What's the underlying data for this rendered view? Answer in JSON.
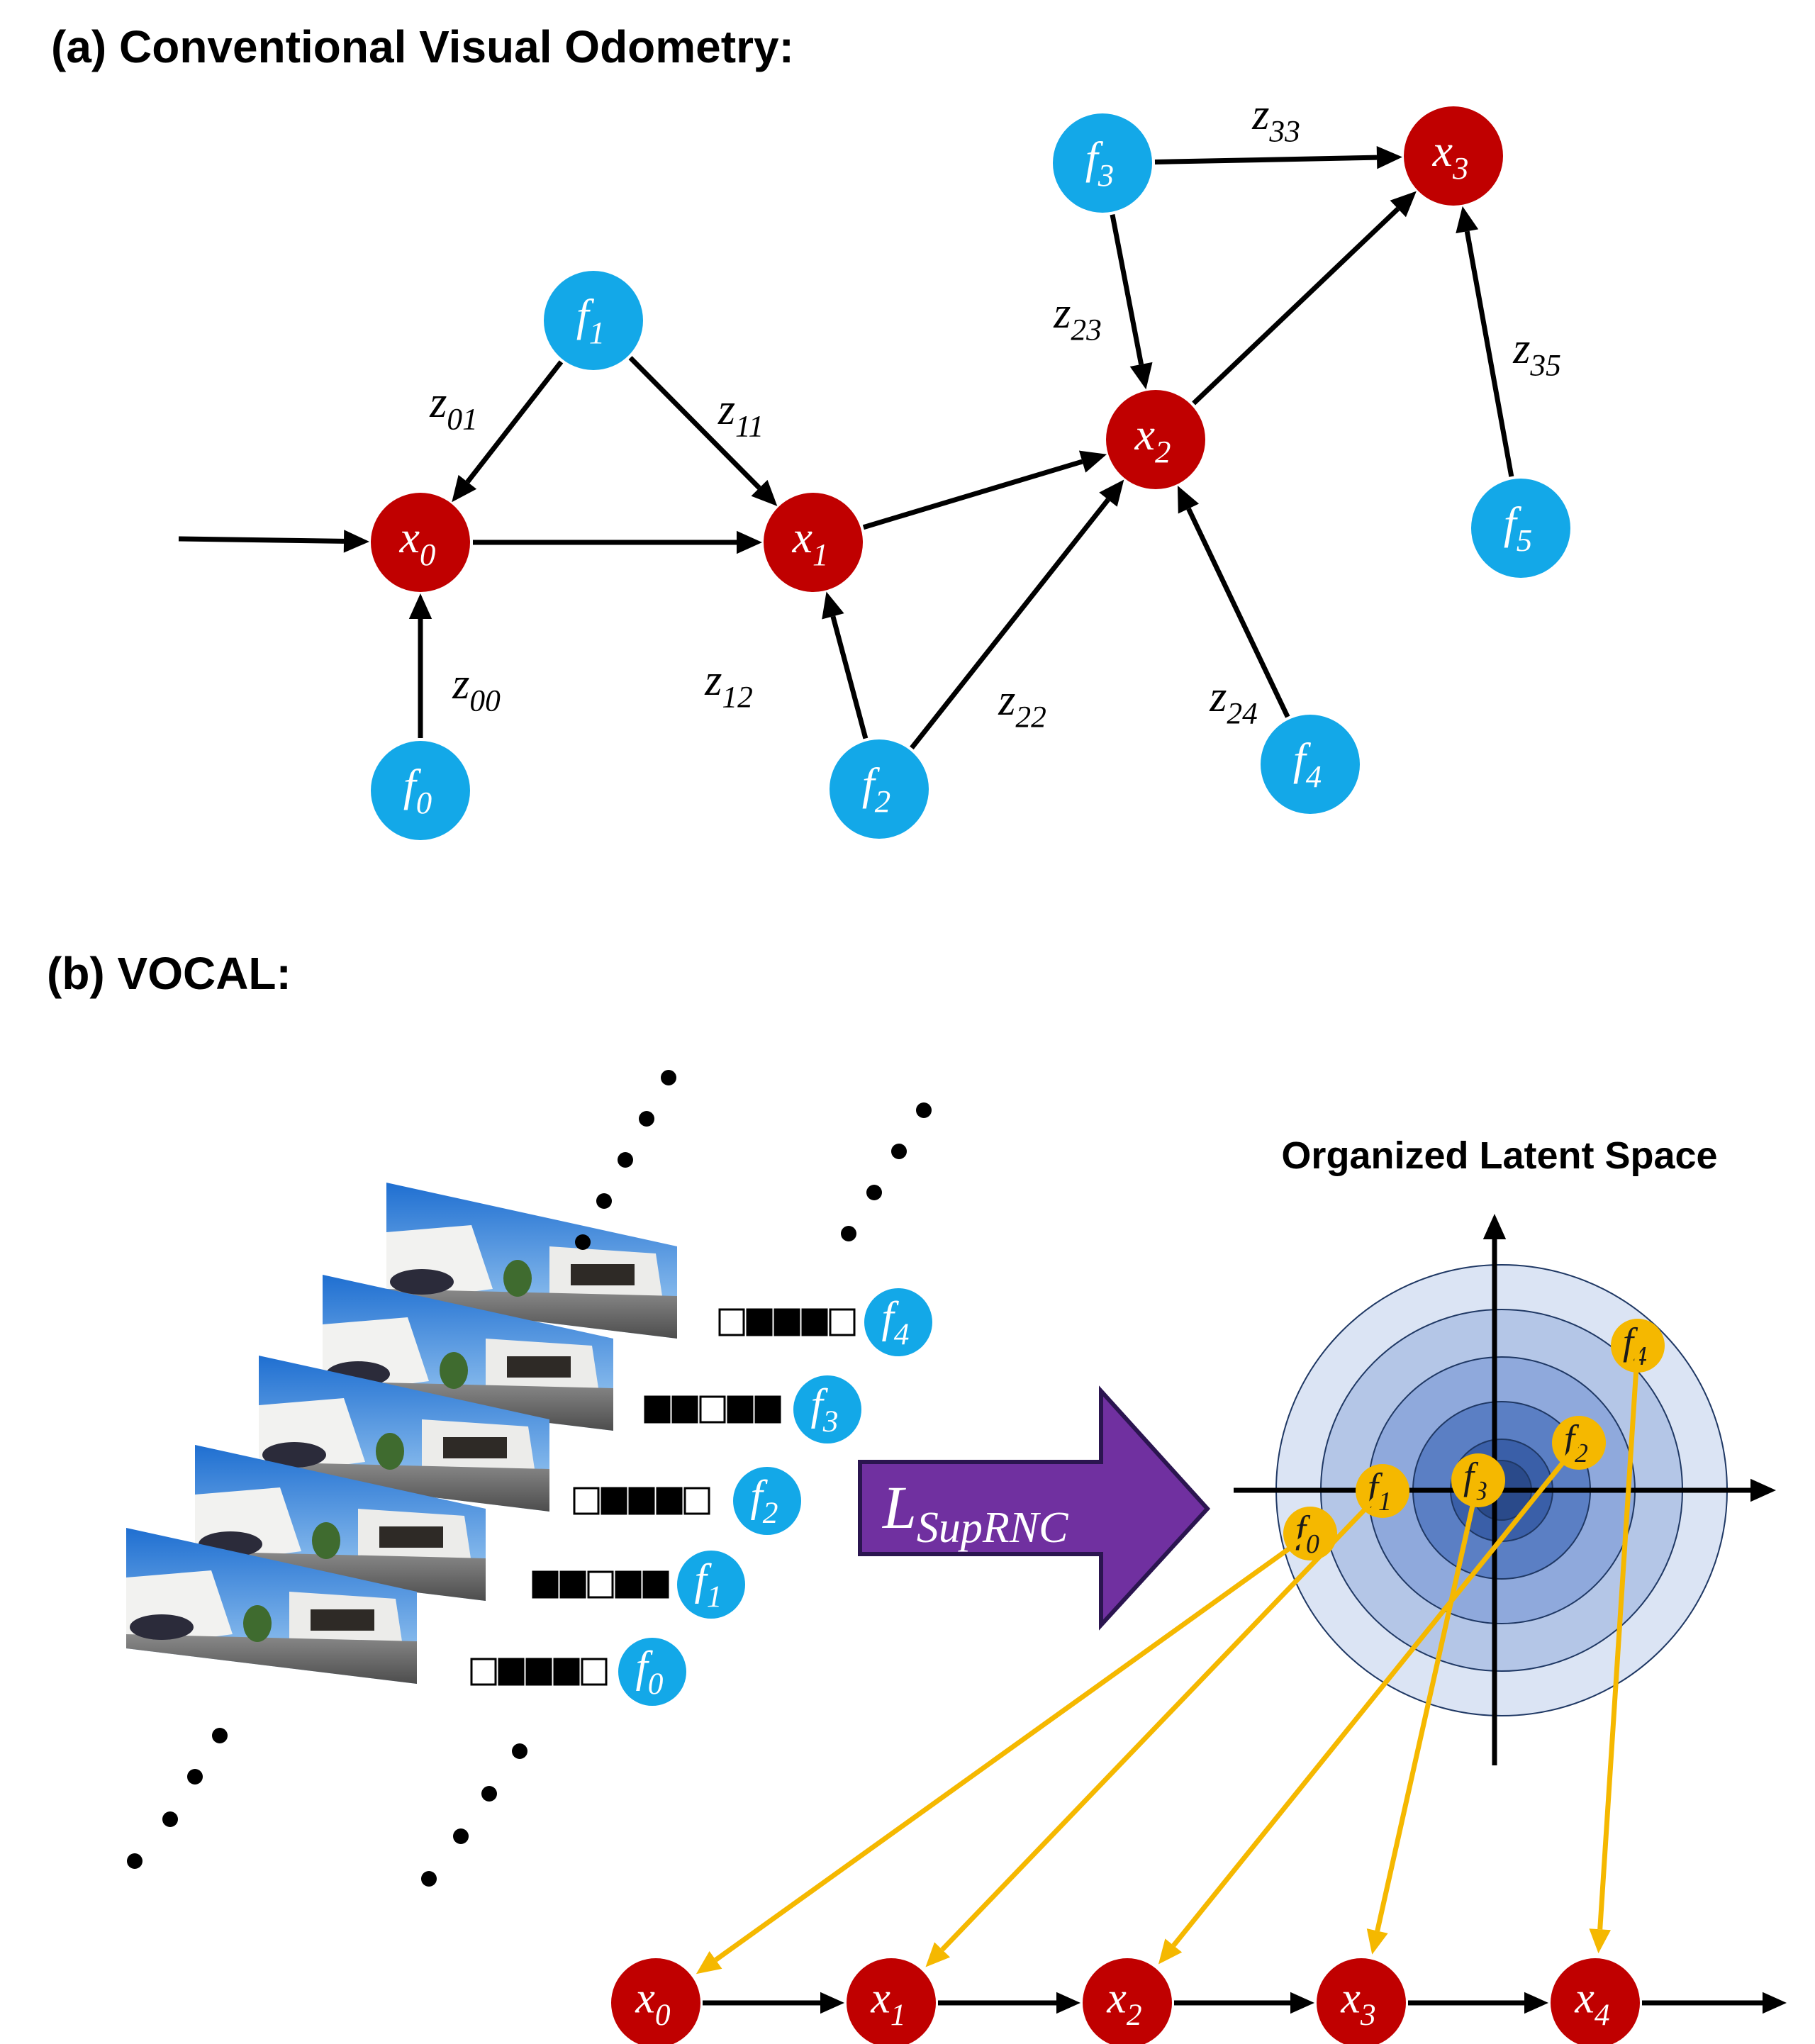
{
  "titles": {
    "part_a": "(a) Conventional Visual Odometry:",
    "part_b": "(b) VOCAL:",
    "latent_space": "Organized Latent Space"
  },
  "loss_label": {
    "main": "L",
    "sub": "SupRNC"
  },
  "colors": {
    "pose_node": "#c00000",
    "feature_node": "#13a8e8",
    "latent_node": "#f5b800",
    "mapping_arrow": "#f5b800",
    "loss_arrow_fill": "#7030a0",
    "loss_arrow_border": "#2b1550",
    "edge": "#000000",
    "rings": [
      "#dbe4f4",
      "#b4c6e7",
      "#8fa9dc",
      "#5b7fc4",
      "#3a5fa8",
      "#2a4a8a"
    ]
  },
  "part_a": {
    "pose_nodes": [
      {
        "id": "x0",
        "main": "x",
        "sub": "0"
      },
      {
        "id": "x1",
        "main": "x",
        "sub": "1"
      },
      {
        "id": "x2",
        "main": "x",
        "sub": "2"
      },
      {
        "id": "x3",
        "main": "x",
        "sub": "3"
      }
    ],
    "feature_nodes": [
      {
        "id": "f0",
        "main": "f",
        "sub": "0"
      },
      {
        "id": "f1",
        "main": "f",
        "sub": "1"
      },
      {
        "id": "f2",
        "main": "f",
        "sub": "2"
      },
      {
        "id": "f3",
        "main": "f",
        "sub": "3"
      },
      {
        "id": "f4",
        "main": "f",
        "sub": "4"
      },
      {
        "id": "f5",
        "main": "f",
        "sub": "5"
      }
    ],
    "edges": [
      {
        "from": "start",
        "to": "x0"
      },
      {
        "from": "x0",
        "to": "x1"
      },
      {
        "from": "x1",
        "to": "x2"
      },
      {
        "from": "x2",
        "to": "x3"
      },
      {
        "from": "f0",
        "to": "x0",
        "main": "z",
        "sub": "00"
      },
      {
        "from": "f1",
        "to": "x0",
        "main": "z",
        "sub": "01"
      },
      {
        "from": "f1",
        "to": "x1",
        "main": "z",
        "sub": "11"
      },
      {
        "from": "f2",
        "to": "x1",
        "main": "z",
        "sub": "12"
      },
      {
        "from": "f2",
        "to": "x2",
        "main": "z",
        "sub": "22"
      },
      {
        "from": "f3",
        "to": "x2",
        "main": "z",
        "sub": "23"
      },
      {
        "from": "f4",
        "to": "x2",
        "main": "z",
        "sub": "24"
      },
      {
        "from": "f3",
        "to": "x3",
        "main": "z",
        "sub": "33"
      },
      {
        "from": "f5",
        "to": "x3",
        "main": "z",
        "sub": "35"
      }
    ]
  },
  "part_b": {
    "feature_codes": [
      {
        "id": "f0",
        "main": "f",
        "sub": "0",
        "bits": [
          0,
          1,
          1,
          1,
          0
        ]
      },
      {
        "id": "f1",
        "main": "f",
        "sub": "1",
        "bits": [
          1,
          1,
          0,
          1,
          1
        ]
      },
      {
        "id": "f2",
        "main": "f",
        "sub": "2",
        "bits": [
          0,
          1,
          1,
          1,
          0
        ]
      },
      {
        "id": "f3",
        "main": "f",
        "sub": "3",
        "bits": [
          1,
          1,
          0,
          1,
          1
        ]
      },
      {
        "id": "f4",
        "main": "f",
        "sub": "4",
        "bits": [
          0,
          1,
          1,
          1,
          0
        ]
      }
    ],
    "latent_points": [
      {
        "id": "f0",
        "main": "f",
        "sub": "0"
      },
      {
        "id": "f1",
        "main": "f",
        "sub": "1"
      },
      {
        "id": "f2",
        "main": "f",
        "sub": "2"
      },
      {
        "id": "f3",
        "main": "f",
        "sub": "3"
      },
      {
        "id": "f4",
        "main": "f",
        "sub": "4"
      }
    ],
    "pose_chain": [
      {
        "id": "x0",
        "main": "x",
        "sub": "0"
      },
      {
        "id": "x1",
        "main": "x",
        "sub": "1"
      },
      {
        "id": "x2",
        "main": "x",
        "sub": "2"
      },
      {
        "id": "x3",
        "main": "x",
        "sub": "3"
      },
      {
        "id": "x4",
        "main": "x",
        "sub": "4"
      }
    ],
    "mappings": [
      {
        "from": "f0",
        "to": "x0"
      },
      {
        "from": "f1",
        "to": "x1"
      },
      {
        "from": "f2",
        "to": "x2"
      },
      {
        "from": "f3",
        "to": "x3"
      },
      {
        "from": "f4",
        "to": "x4"
      }
    ]
  }
}
